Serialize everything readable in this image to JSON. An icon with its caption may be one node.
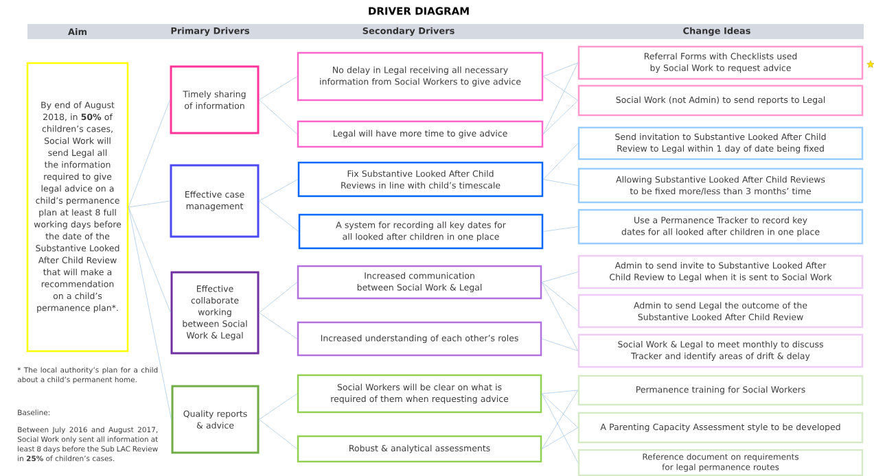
{
  "diagram": {
    "title": "DRIVER DIAGRAM",
    "nodes": [
      {
        "text": [
          "By end of August 2018, in **50%** of children’s cases, Social Work will send Legal all the information required to give legal advice on a child’s permanence plan at least 8 full working days before the date of the Substantive Looked After Child Review that will make a recommendation on a child’s permanence plan*."
        ]
      },
      {
        "text": [
          "Timely sharing of information"
        ]
      },
      {
        "text": [
          "Effective case management"
        ]
      },
      {
        "text": [
          "Effective collaborate working between Social Work & Legal"
        ]
      },
      {
        "text": [
          "Quality reports & advice"
        ]
      },
      {
        "text": [
          "No delay in Legal receiving all necessary information from Social Workers to give advice"
        ]
      },
      {
        "text": [
          "Legal will have more time to give advice"
        ]
      },
      {
        "text": [
          "Fix Substantive Looked After Child Reviews in line with child’s timescale"
        ]
      },
      {
        "text": [
          "A system for recording all key dates for all looked after children in one place"
        ]
      },
      {
        "text": [
          "Increased communication between Social Work & Legal"
        ]
      },
      {
        "text": [
          "Increased understanding of each other’s roles"
        ]
      },
      {
        "text": [
          "Social Workers will be clear on what is required of them when requesting advice"
        ]
      },
      {
        "text": [
          "Robust & analytical assessments"
        ]
      },
      {
        "text": [
          "Referral Forms with Checklists used by Social Work to request advice"
        ]
      },
      {
        "text": [
          "Social Work (not Admin) to send reports to Legal"
        ]
      },
      {
        "text": [
          "Send invitation to Substantive Looked After Child Review to Legal within 1 day of date being fixed"
        ]
      },
      {
        "text": [
          "Allowing Substantive Looked After Child Reviews to be fixed more/less than 3 months’ time"
        ]
      },
      {
        "text": [
          "Use a Permanence Tracker to record key dates for all looked after children in one place"
        ]
      },
      {
        "text": [
          "Admin to send invite to Substantive Looked After Child Review to Legal when it is sent to Social Work"
        ]
      },
      {
        "text": [
          "Admin to send Legal the outcome of the Substantive Looked After Child Review"
        ]
      },
      {
        "text": [
          "Social Work & Legal to meet monthly to discuss Tracker and identify areas of drift & delay"
        ]
      },
      {
        "text": [
          "Permanence training for Social Workers"
        ]
      },
      {
        "text": [
          "A Parenting Capacity Assessment style to be developed"
        ]
      },
      {
        "text": [
          "Reference document on requirements for legal permanence routes"
        ]
      }
    ],
    "edges": [
      {
        "from": 0,
        "to": 1,
        "arrow": "none"
      },
      {
        "from": 0,
        "to": 2,
        "arrow": "none"
      },
      {
        "from": 0,
        "to": 3,
        "arrow": "none"
      },
      {
        "from": 0,
        "to": 4,
        "arrow": "none"
      },
      {
        "from": 1,
        "to": 5,
        "arrow": "none"
      },
      {
        "from": 1,
        "to": 6,
        "arrow": "none"
      },
      {
        "from": 2,
        "to": 7,
        "arrow": "none"
      },
      {
        "from": 2,
        "to": 8,
        "arrow": "none"
      },
      {
        "from": 3,
        "to": 9,
        "arrow": "none"
      },
      {
        "from": 3,
        "to": 10,
        "arrow": "none"
      },
      {
        "from": 4,
        "to": 11,
        "arrow": "none"
      },
      {
        "from": 4,
        "to": 12,
        "arrow": "none"
      },
      {
        "from": 5,
        "to": 13,
        "arrow": "none"
      },
      {
        "from": 5,
        "to": 14,
        "arrow": "none"
      },
      {
        "from": 6,
        "to": 13,
        "arrow": "none"
      },
      {
        "from": 6,
        "to": 14,
        "arrow": "none"
      },
      {
        "from": 7,
        "to": 15,
        "arrow": "none"
      },
      {
        "from": 7,
        "to": 16,
        "arrow": "none"
      },
      {
        "from": 8,
        "to": 17,
        "arrow": "none"
      },
      {
        "from": 9,
        "to": 18,
        "arrow": "none"
      },
      {
        "from": 9,
        "to": 19,
        "arrow": "none"
      },
      {
        "from": 9,
        "to": 20,
        "arrow": "none"
      },
      {
        "from": 10,
        "to": 20,
        "arrow": "none"
      },
      {
        "from": 11,
        "to": 21,
        "arrow": "none"
      },
      {
        "from": 11,
        "to": 22,
        "arrow": "none"
      },
      {
        "from": 11,
        "to": 23,
        "arrow": "none"
      },
      {
        "from": 12,
        "to": 21,
        "arrow": "none"
      },
      {
        "from": 12,
        "to": 22,
        "arrow": "none"
      }
    ],
    "labels": [
      "Aim",
      "Primary Drivers",
      "Secondary Drivers",
      "Change Ideas",
      "* The local authority’s plan for a child about a child’s permanent home.",
      "Baseline:",
      "Between July 2016 and August 2017, Social Work only sent all information at least 8 days before the Sub LAC Review in **25%** of children’s cases."
    ]
  }
}
